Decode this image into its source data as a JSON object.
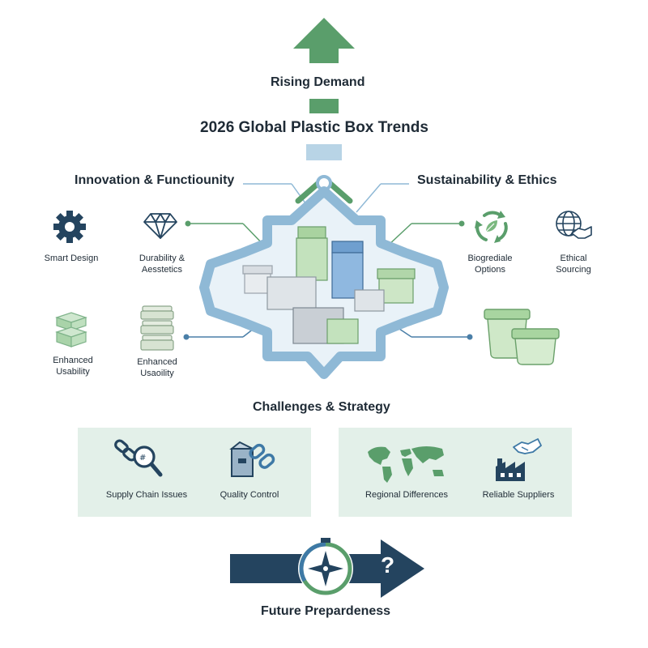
{
  "top": {
    "rising_demand": "Rising Demand",
    "title": "2026 Global Plastic Box Trends"
  },
  "innovation": {
    "heading": "Innovation & Functiounity",
    "items": [
      {
        "label": "Smart Design",
        "icon": "gear-icon"
      },
      {
        "label": "Durability & Aesstetics",
        "icon": "diamond-icon"
      },
      {
        "label": "Enhanced Usability",
        "icon": "stacked-boxes-icon"
      },
      {
        "label": "Enhanced Usaoility",
        "icon": "stacked-containers-icon"
      }
    ]
  },
  "sustainability": {
    "heading": "Sustainability & Ethics",
    "items": [
      {
        "label": "Biogrediale Options",
        "icon": "recycle-leaf-icon"
      },
      {
        "label": "Ethical Sourcing",
        "icon": "globe-handshake-icon"
      }
    ]
  },
  "challenges": {
    "heading": "Challenges & Strategy",
    "items": [
      {
        "label": "Supply Chain Issues",
        "icon": "chain-magnifier-icon"
      },
      {
        "label": "Quality Control",
        "icon": "box-chain-icon"
      },
      {
        "label": "Regional Differences",
        "icon": "world-map-icon"
      },
      {
        "label": "Reliable Suppliers",
        "icon": "factory-handshake-icon"
      }
    ]
  },
  "future": {
    "label": "Future Prepardeness",
    "question_mark": "?"
  },
  "colors": {
    "green": "#5a9e6b",
    "navy": "#24445f",
    "blue": "#8fb9d6",
    "light_green": "#b7d9b5",
    "panel": "#e3f0e9"
  }
}
